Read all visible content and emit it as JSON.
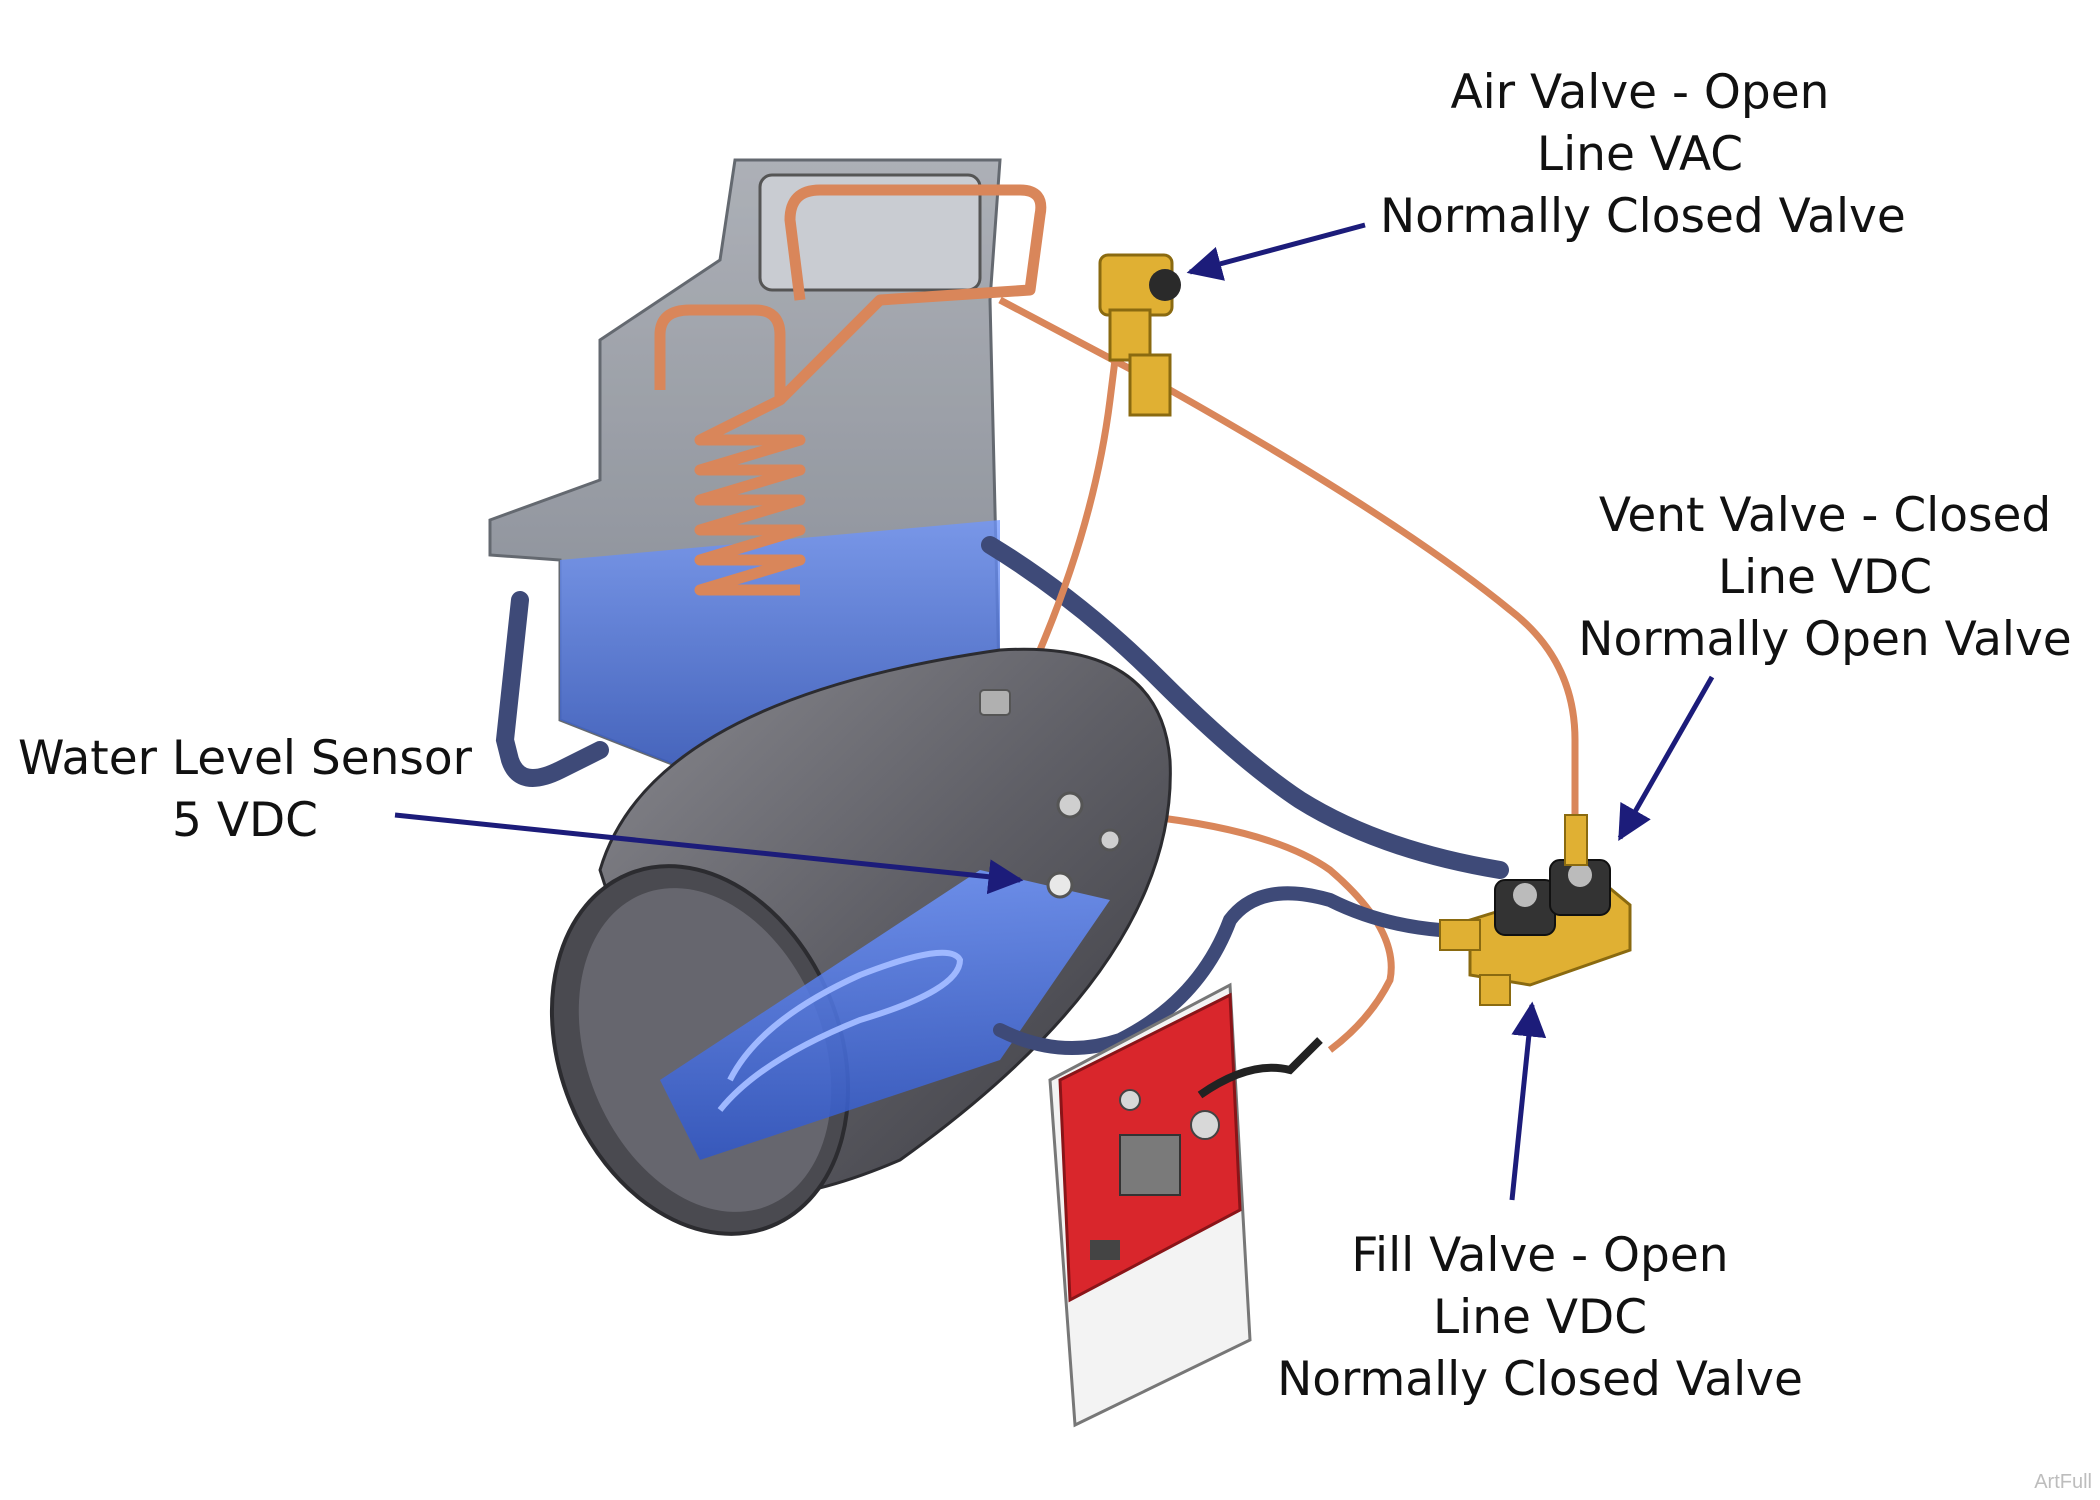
{
  "labels": {
    "air_valve": {
      "line1": "Air Valve - Open",
      "line2": "Line VAC",
      "line3": "Normally Closed Valve"
    },
    "vent_valve": {
      "line1": "Vent Valve - Closed",
      "line2": "Line VDC",
      "line3": "Normally Open Valve"
    },
    "water_level_sensor": {
      "line1": "Water Level Sensor",
      "line2": "5 VDC"
    },
    "fill_valve": {
      "line1": "Fill Valve - Open",
      "line2": "Line VDC",
      "line3": "Normally Closed Valve"
    }
  },
  "watermark": "ArtFull",
  "colors": {
    "arrow": "#1c1c7a",
    "copper": "#d9865a",
    "water": "#3f6fe0",
    "hose": "#3e4a78",
    "valve_brass": "#e0b033",
    "circuit_board": "#d9262c",
    "tank_gray": "#6a6a70"
  }
}
